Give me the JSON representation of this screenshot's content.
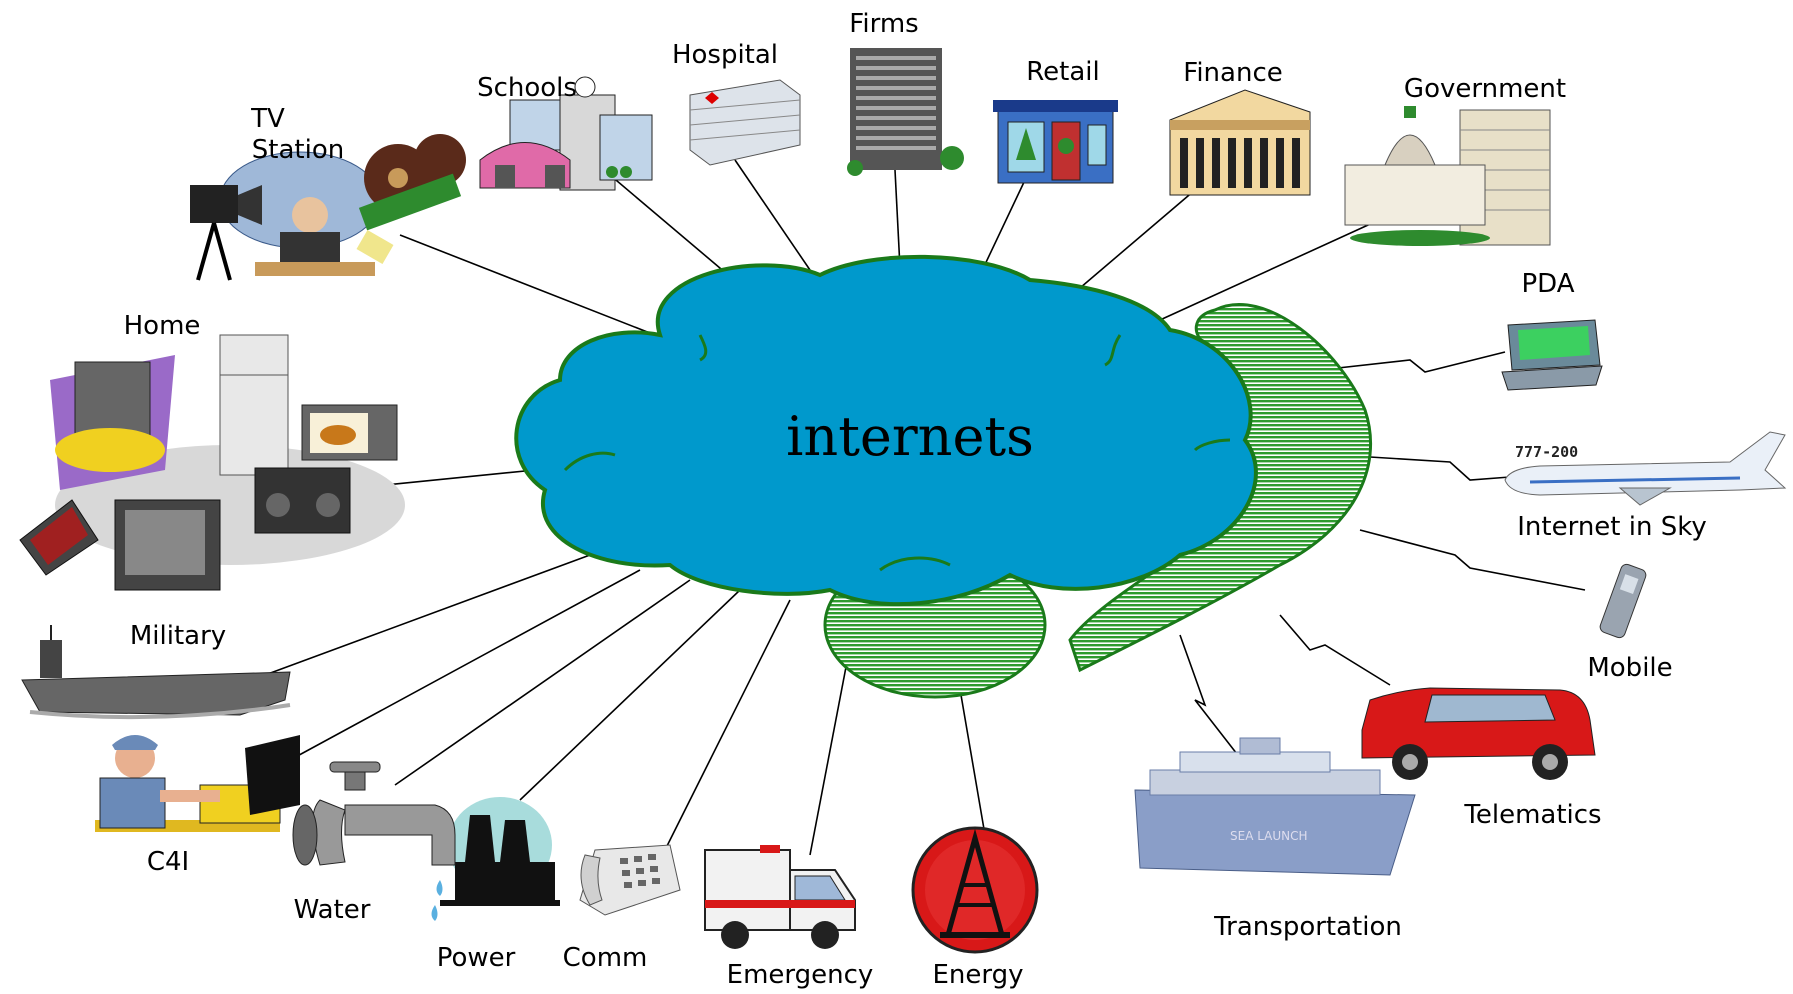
{
  "center": {
    "label": "internets",
    "cloud_color": "#0099CC",
    "outline_color": "#1A7A1A",
    "wireless_color": "#2E9B2E"
  },
  "nodes": {
    "tv_station": [
      "TV",
      "Station"
    ],
    "schools": "Schools",
    "hospital": "Hospital",
    "firms": "Firms",
    "retail": "Retail",
    "finance": "Finance",
    "government": "Government",
    "pda": "PDA",
    "internet_in_sky": "Internet in Sky",
    "mobile": "Mobile",
    "telematics": "Telematics",
    "transportation": "Transportation",
    "energy": "Energy",
    "emergency": "Emergency",
    "comm": "Comm",
    "power": "Power",
    "water": "Water",
    "c4i": "C4I",
    "military": "Military",
    "home": "Home"
  },
  "airplane_text": "777-200",
  "icons": {
    "tv_station": "tv-studio-icon",
    "schools": "school-buildings-icon",
    "hospital": "hospital-icon",
    "firms": "office-tower-icon",
    "retail": "storefront-icon",
    "finance": "bank-building-icon",
    "government": "capitol-building-icon",
    "pda": "pda-device-icon",
    "internet_in_sky": "airplane-icon",
    "mobile": "cell-phone-icon",
    "telematics": "minivan-icon",
    "transportation": "ship-icon",
    "energy": "oil-derrick-icon",
    "emergency": "ambulance-icon",
    "comm": "telephone-icon",
    "power": "power-plant-icon",
    "water": "faucet-icon",
    "c4i": "operator-console-icon",
    "military": "aircraft-carrier-icon",
    "home": "home-appliances-icon"
  }
}
